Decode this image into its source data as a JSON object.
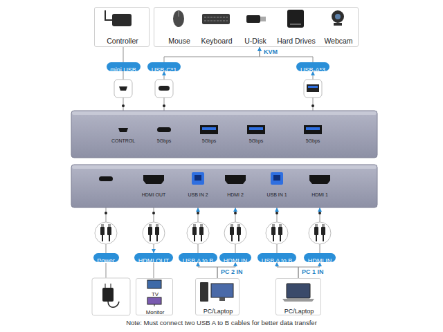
{
  "diagram": {
    "nodes": [
      {
        "text": [
          "Controller"
        ]
      },
      {
        "text": [
          "Mouse",
          "Keyboard",
          "U-Disk",
          "Hard Drives",
          "Webcam"
        ]
      },
      {
        "text": [
          "mini USB"
        ]
      },
      {
        "text": [
          "USB-C*1"
        ]
      },
      {
        "text": [
          "USB-A*3"
        ]
      },
      {
        "text": [
          "CONTROL",
          "5Gbps",
          "5Gbps",
          "5Gbps",
          "5Gbps"
        ]
      },
      {
        "text": [
          "HDMI OUT",
          "USB IN 2",
          "HDMI 2",
          "USB IN 1",
          "HDMI 1"
        ]
      },
      {
        "text": [
          "Power"
        ]
      },
      {
        "text": [
          "HDMI OUT"
        ]
      },
      {
        "text": [
          "USB A to B"
        ]
      },
      {
        "text": [
          "HDMI IN"
        ]
      },
      {
        "text": [
          "USB A to B"
        ]
      },
      {
        "text": [
          "HDMI IN"
        ]
      },
      {
        "text": [
          "TV",
          "Monitor"
        ]
      },
      {
        "text": [
          "PC/Laptop"
        ]
      },
      {
        "text": [
          "PC/Laptop"
        ]
      }
    ],
    "edges": [
      {
        "from": 0,
        "to": 2,
        "arrow": "none"
      },
      {
        "from": 2,
        "to": 5,
        "arrow": "none"
      },
      {
        "from": 5,
        "to": 3,
        "arrow": "to"
      },
      {
        "from": 5,
        "to": 4,
        "arrow": "to"
      },
      {
        "from": 3,
        "to": 1,
        "label": "KVM",
        "arrow": "to"
      },
      {
        "from": 4,
        "to": 1,
        "arrow": "to"
      },
      {
        "from": 6,
        "to": 7,
        "arrow": "none"
      },
      {
        "from": 6,
        "to": 8,
        "arrow": "to"
      },
      {
        "from": 9,
        "to": 6,
        "arrow": "to"
      },
      {
        "from": 10,
        "to": 6,
        "arrow": "to"
      },
      {
        "from": 11,
        "to": 6,
        "arrow": "to"
      },
      {
        "from": 12,
        "to": 6,
        "arrow": "to"
      },
      {
        "from": 8,
        "to": 13,
        "arrow": "none"
      },
      {
        "from": 14,
        "to": 9,
        "label": "PC 2 IN",
        "arrow": "to"
      },
      {
        "from": 14,
        "to": 10,
        "arrow": "to"
      },
      {
        "from": 15,
        "to": 11,
        "label": "PC 1 IN",
        "arrow": "to"
      },
      {
        "from": 15,
        "to": 12,
        "arrow": "to"
      }
    ],
    "labels": [
      "Note: Must connect two USB A to B cables for better data transfer"
    ]
  }
}
